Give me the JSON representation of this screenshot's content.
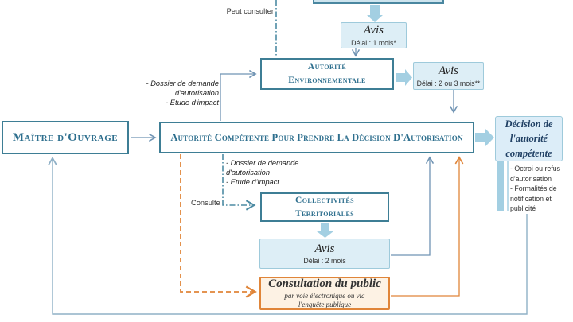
{
  "colors": {
    "teal_border": "#3e7e95",
    "teal_text": "#2e6f8e",
    "light_blue_fill": "#ddeef6",
    "light_blue_border": "#9ecadb",
    "thick_arrow": "#a3cfe2",
    "line_blue": "#6f93b3",
    "loop_blue": "#8fb0c6",
    "dashdot_teal": "#4d8ba3",
    "orange": "#e08539",
    "orange_fill": "#fdf2e4",
    "navy_text": "#1f3f63"
  },
  "boxes": {
    "maitre_ouvrage": {
      "label": "Maître d'Ouvrage"
    },
    "autorite_competente": {
      "label": "Autorité Compétente Pour Prendre La Décision D'Autorisation"
    },
    "autorite_environnementale": {
      "line1": "Autorité",
      "line2": "Environnementale"
    },
    "collectivites": {
      "line1": "Collectivités",
      "line2": "Territoriales"
    },
    "avis_1": {
      "title": "Avis",
      "delay": "Délai : 1 mois*"
    },
    "avis_2": {
      "title": "Avis",
      "delay": "Délai : 2 ou 3 mois**"
    },
    "avis_3": {
      "title": "Avis",
      "delay": "Délai : 2 mois"
    },
    "consultation_public": {
      "title": "Consultation du public",
      "sub1": "par voie électronique ou via",
      "sub2": "l'enquête publique"
    },
    "decision": {
      "line1": "Décision de",
      "line2": "l'autorité",
      "line3": "compétente"
    }
  },
  "annotations": {
    "peut_consulter": "Peut consulter",
    "consulte": "Consulte",
    "dossier_haut": {
      "line1": "- Dossier de demande",
      "line2": "d'autorisation",
      "line3": "- Etude d'impact"
    },
    "dossier_bas": {
      "line1": "- Dossier de demande",
      "line2": "d'autorisation",
      "line3": "- Etude d'impact"
    },
    "decision_notes": {
      "line1": "- Octroi ou refus",
      "line2": "d'autorisation",
      "line3": "- Formalités  de",
      "line4": "notification et",
      "line5": "publicité"
    }
  }
}
